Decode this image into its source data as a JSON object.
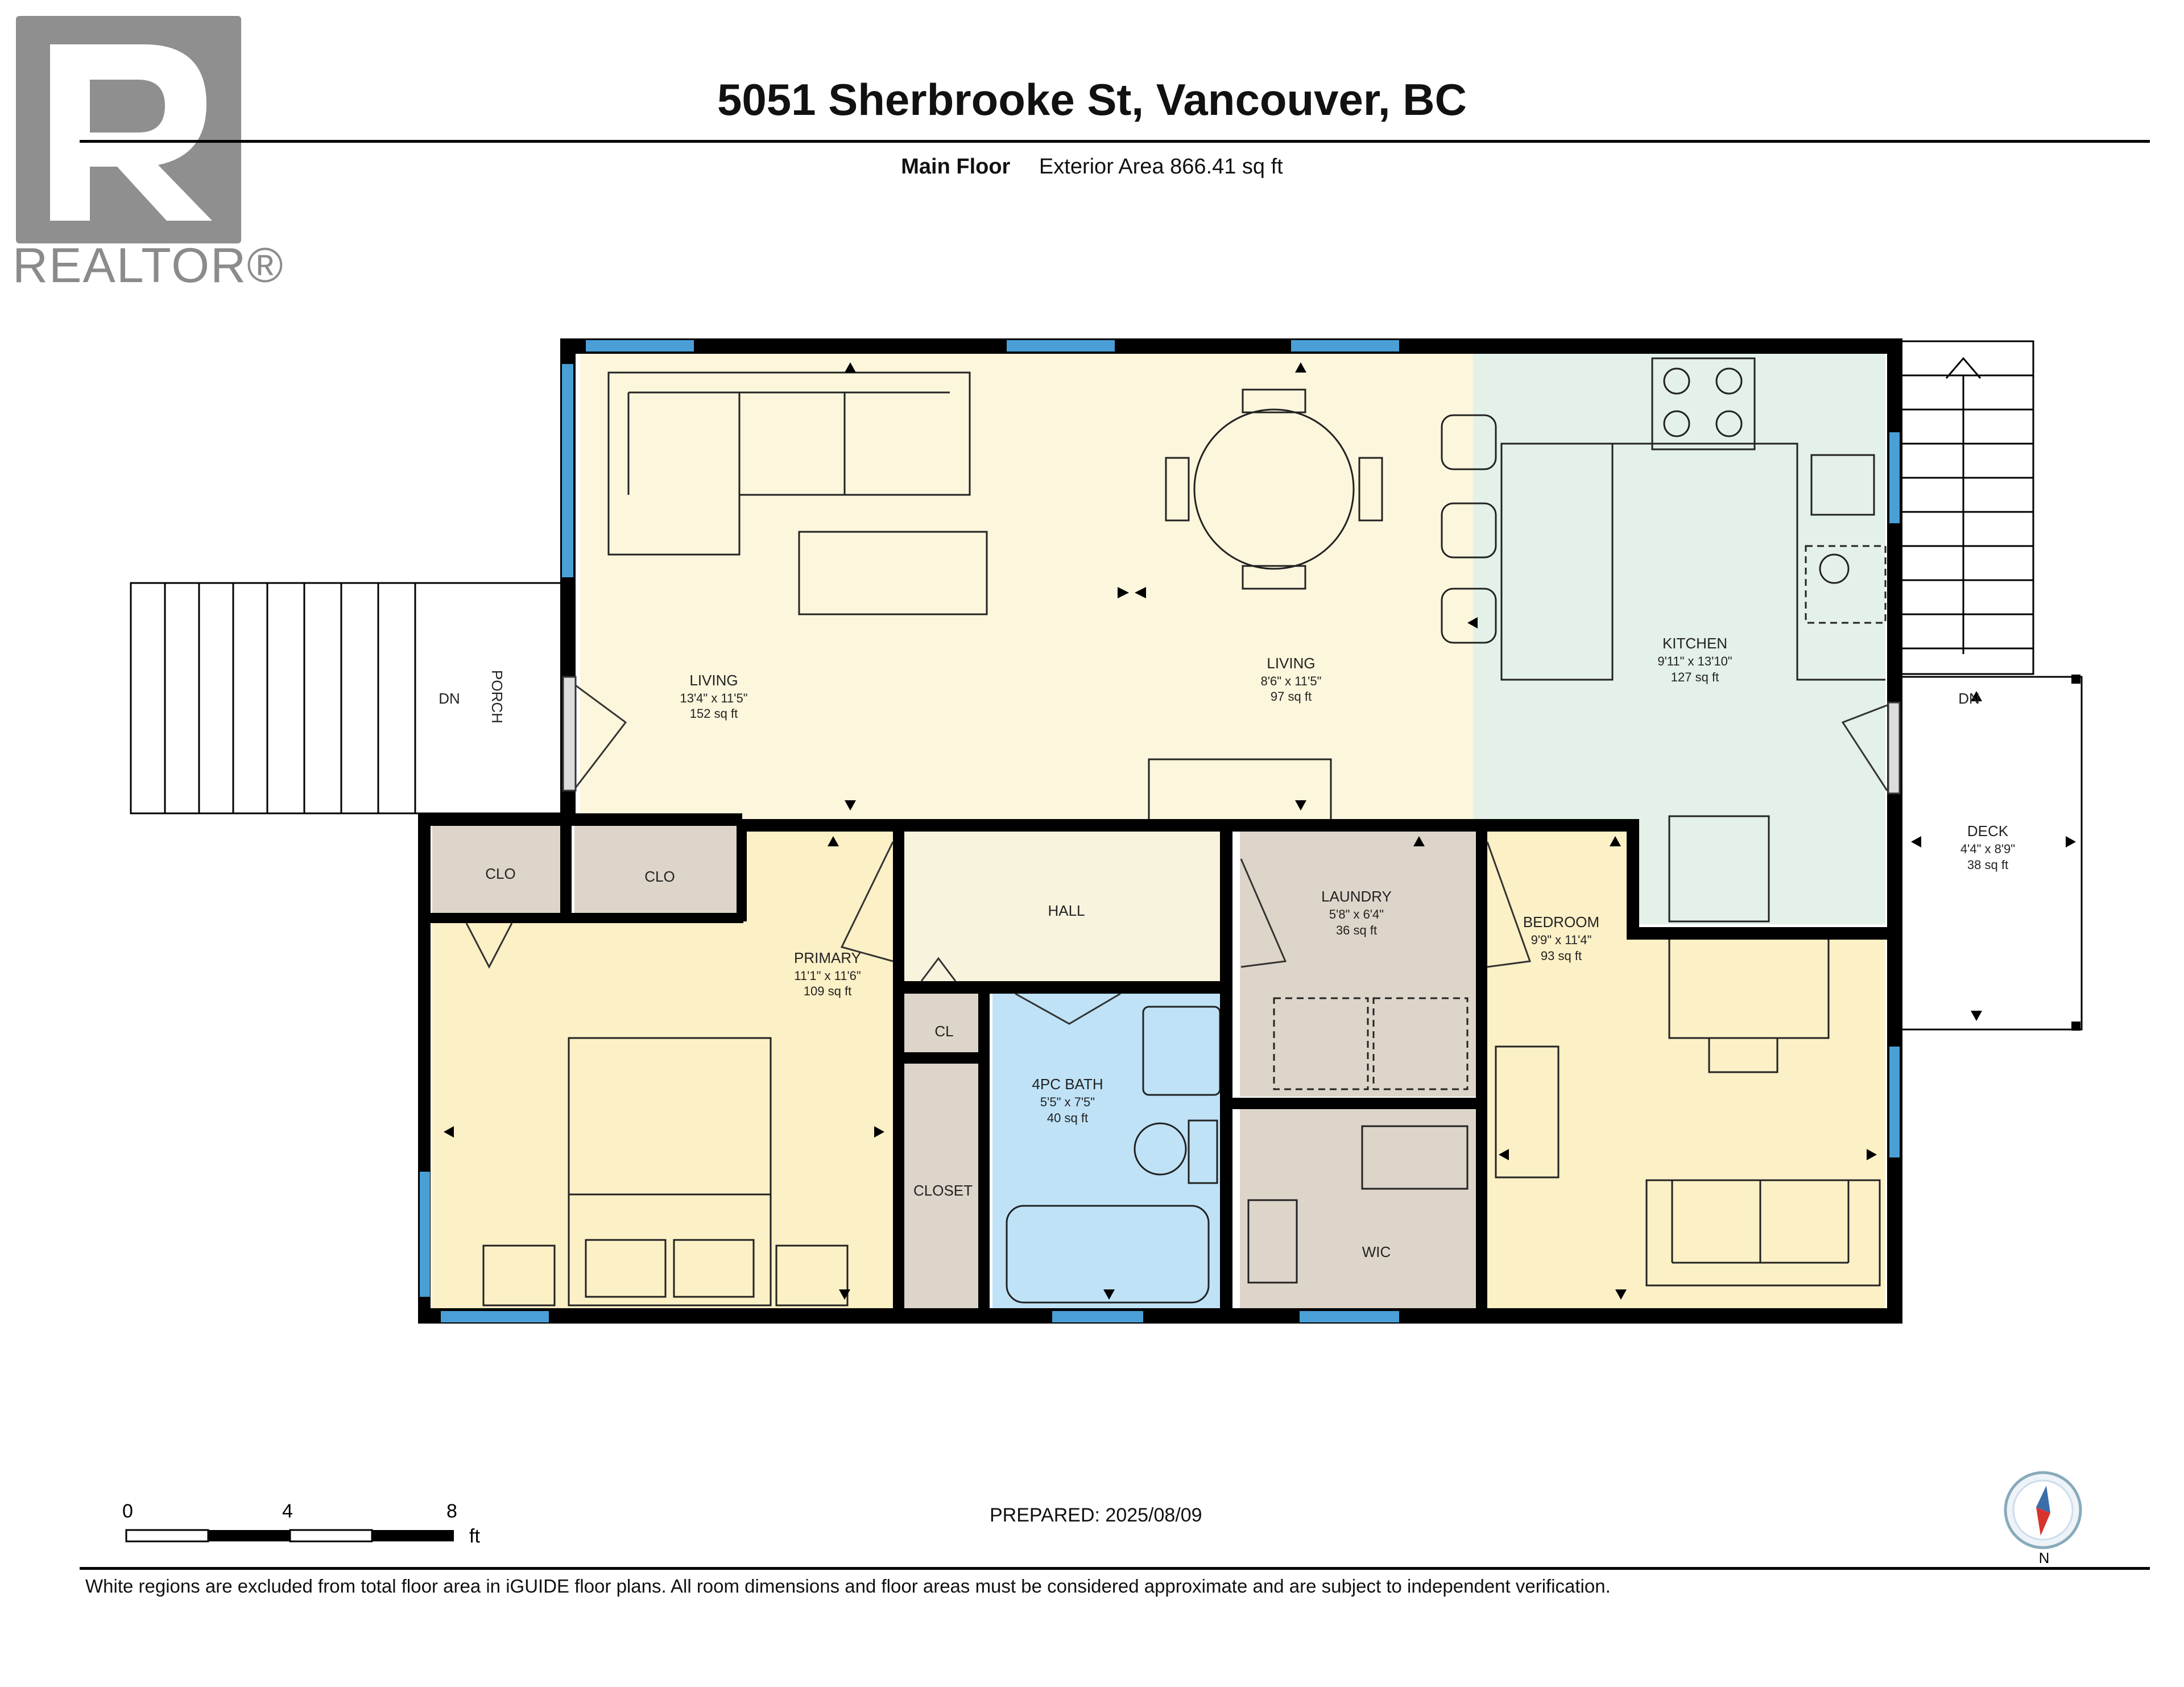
{
  "header": {
    "logo_letter": "R",
    "logo_word": "REALTOR®",
    "address": "5051 Sherbrooke St, Vancouver, BC",
    "floor_name": "Main Floor",
    "exterior_area": "Exterior Area 866.41 sq ft"
  },
  "rooms": {
    "living1": {
      "name": "LIVING",
      "dims": "13'4\" x 11'5\"",
      "area": "152 sq ft"
    },
    "living2": {
      "name": "LIVING",
      "dims": "8'6\" x 11'5\"",
      "area": "97 sq ft"
    },
    "kitchen": {
      "name": "KITCHEN",
      "dims": "9'11\" x 13'10\"",
      "area": "127 sq ft"
    },
    "porch": {
      "name": "PORCH",
      "dn": "DN"
    },
    "deck": {
      "name": "DECK",
      "dims": "4'4\" x 8'9\"",
      "area": "38 sq ft",
      "dn": "DN"
    },
    "clo1": {
      "name": "CLO"
    },
    "clo2": {
      "name": "CLO"
    },
    "hall": {
      "name": "HALL"
    },
    "laundry": {
      "name": "LAUNDRY",
      "dims": "5'8\" x 6'4\"",
      "area": "36 sq ft"
    },
    "bedroom": {
      "name": "BEDROOM",
      "dims": "9'9\" x 11'4\"",
      "area": "93 sq ft"
    },
    "primary": {
      "name": "PRIMARY",
      "dims": "11'1\" x 11'6\"",
      "area": "109 sq ft"
    },
    "cl": {
      "name": "CL"
    },
    "closet": {
      "name": "CLOSET"
    },
    "bath": {
      "name": "4PC BATH",
      "dims": "5'5\" x 7'5\"",
      "area": "40 sq ft"
    },
    "wic": {
      "name": "WIC"
    }
  },
  "scale": {
    "labels": [
      "0",
      "4",
      "8"
    ],
    "unit": "ft"
  },
  "prepared": "PREPARED: 2025/08/09",
  "compass": {
    "north_label": "N"
  },
  "footer": "White regions are excluded from total floor area in iGUIDE floor plans. All room dimensions and floor areas must be considered approximate and are subject to independent verification.",
  "colors": {
    "wall": "#000000",
    "window": "#4a9fd6",
    "living": "#fbf6dc",
    "kitchen": "#e3f1e8",
    "bedroom": "#fcf0c6",
    "closet": "#ddd5c9",
    "hall": "#f8f3dd",
    "bath": "#bfe2f7",
    "logo": "#8f8f8f"
  }
}
